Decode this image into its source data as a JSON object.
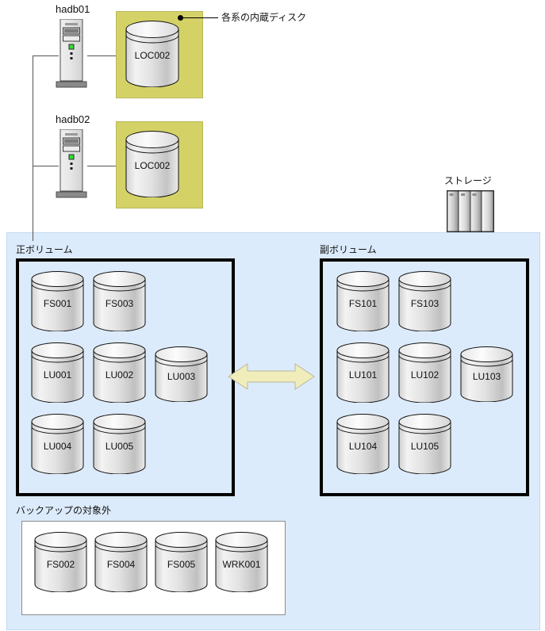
{
  "diagram": {
    "title_annotation": "各系の内蔵ディスク",
    "storage_label": "ストレージ",
    "colors": {
      "panel_background": "#dcebfb",
      "local_disk_box": "#d4d267",
      "arrow_fill": "#f0edbb",
      "cylinder_light": "#f4f4f4",
      "cylinder_dark": "#a8a8a8",
      "frame_black": "#000000",
      "line_gray": "#555555",
      "led_green": "#33dd33"
    },
    "hosts": [
      {
        "name": "hadb01",
        "local_disk": "LOC002",
        "annotation": "各系の内蔵ディスク"
      },
      {
        "name": "hadb02",
        "local_disk": "LOC002",
        "annotation": ""
      }
    ],
    "groups": [
      {
        "id": "primary",
        "label": "正ボリューム",
        "rows": [
          [
            "FS001",
            "FS003"
          ],
          [
            "LU001",
            "LU002",
            "LU003"
          ],
          [
            "LU004",
            "LU005"
          ]
        ]
      },
      {
        "id": "secondary",
        "label": "副ボリューム",
        "rows": [
          [
            "FS101",
            "FS103"
          ],
          [
            "LU101",
            "LU102",
            "LU103"
          ],
          [
            "LU104",
            "LU105"
          ]
        ]
      },
      {
        "id": "excluded",
        "label": "バックアップの対象外",
        "rows": [
          [
            "FS002",
            "FS004",
            "FS005",
            "WRK001"
          ]
        ]
      }
    ],
    "relation": {
      "kind": "bidirectional-pair",
      "from": "正ボリューム",
      "to": "副ボリューム"
    },
    "icons": {
      "server_tower": "server-tower-icon",
      "disk_cylinder": "disk-cylinder-icon",
      "storage_array": "storage-array-icon",
      "pair_arrow": "bidirectional-arrow-icon",
      "leader_dot": "leader-dot-icon"
    }
  }
}
